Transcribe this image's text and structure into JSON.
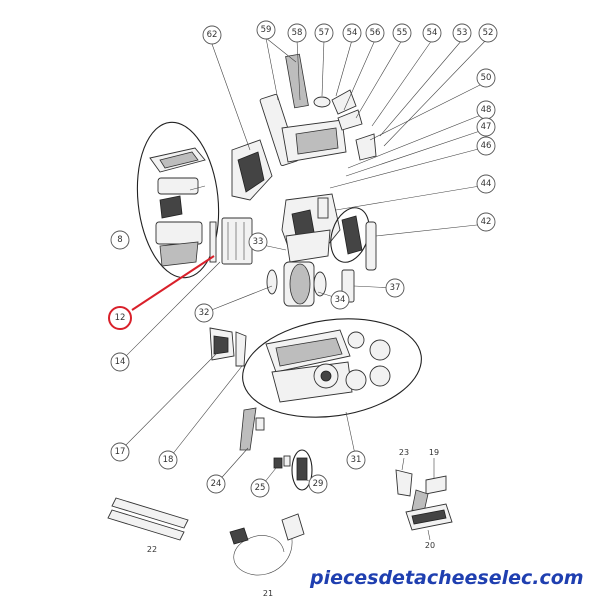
{
  "diagram": {
    "type": "exploded-parts-diagram",
    "highlight_color": "#d9202a",
    "highlighted_part": "12",
    "callouts": [
      "8",
      "12",
      "14",
      "17",
      "18",
      "21",
      "22",
      "24",
      "25",
      "29",
      "31",
      "32",
      "33",
      "34",
      "37",
      "42",
      "44",
      "46",
      "47",
      "48",
      "50",
      "52",
      "53",
      "54",
      "55",
      "56",
      "57",
      "58",
      "59",
      "62"
    ],
    "plain_labels": [
      "19",
      "20",
      "21",
      "22",
      "23"
    ],
    "watermark": "piecesdetacheeselec.com"
  }
}
